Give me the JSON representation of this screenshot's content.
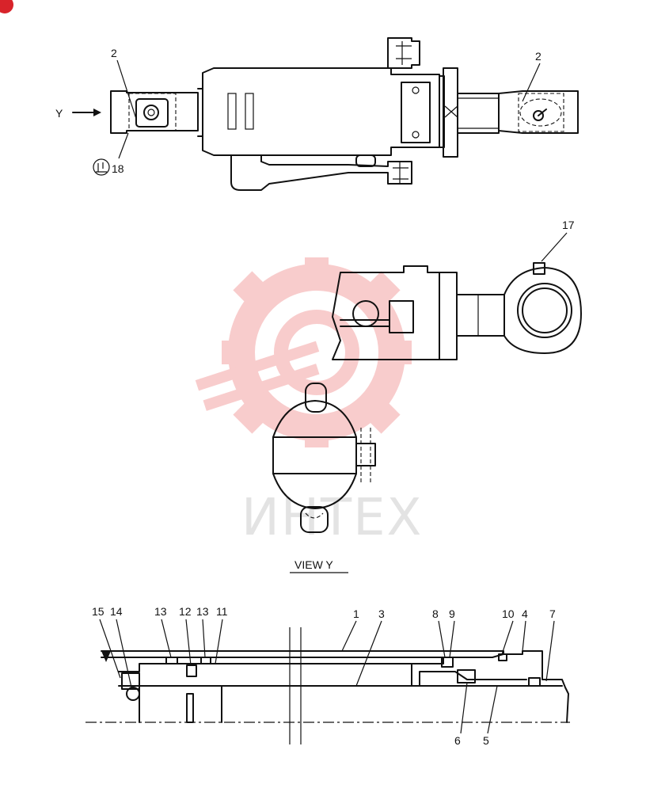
{
  "labels": {
    "top_left": "2",
    "top_right": "2",
    "view_arrow": "Y",
    "grease_symbol": "18",
    "grease_fitting": "17",
    "view_title": "VIEW Y",
    "section": [
      "15",
      "14",
      "13",
      "12",
      "13",
      "11",
      "1",
      "3",
      "8",
      "9",
      "10",
      "4",
      "7",
      "6",
      "5"
    ]
  },
  "watermark": {
    "text": "ИНТЕХ",
    "color": "#f08a8a"
  },
  "colors": {
    "line": "#111111",
    "badge": "#d8232a"
  }
}
